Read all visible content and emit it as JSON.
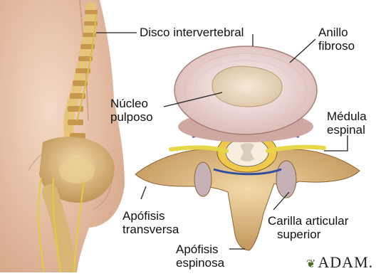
{
  "labels": {
    "disc": "Disco intervertebral",
    "annulus_line1": "Anillo",
    "annulus_line2": "fibroso",
    "nucleus_line1": "Núcleo",
    "nucleus_line2": "pulposo",
    "cord_line1": "Médula",
    "cord_line2": "espinal",
    "transverse_line1": "Apófisis",
    "transverse_line2": "transversa",
    "facet_line1": "Carilla articular",
    "facet_line2": "superior",
    "spinous_line1": "Apófisis",
    "spinous_line2": "espinosa"
  },
  "logo": "ADAM."
}
